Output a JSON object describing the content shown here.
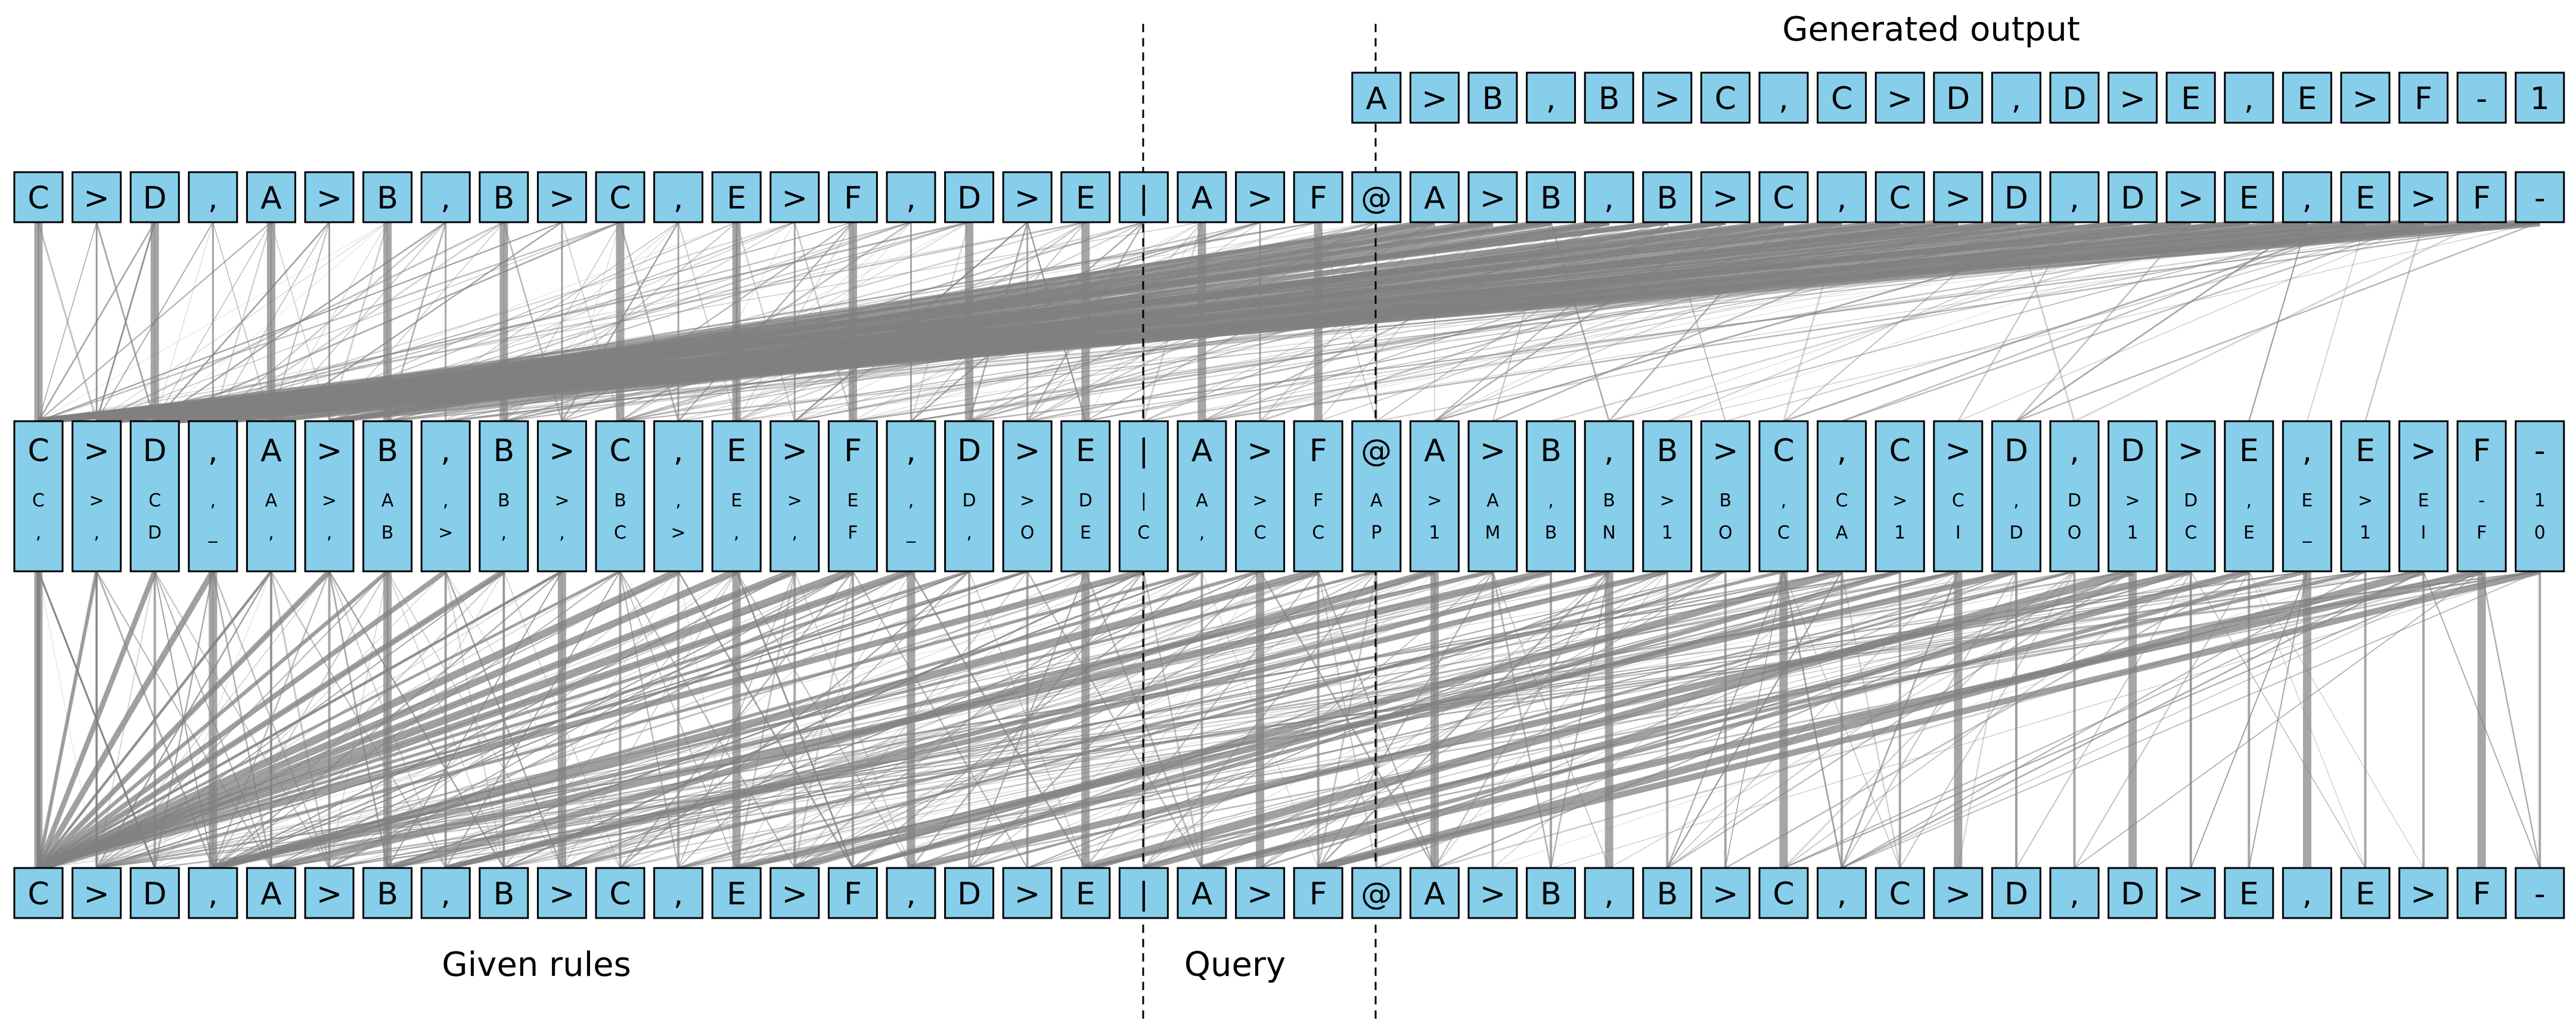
{
  "labels": {
    "generated_output": "Generated output",
    "given_rules": "Given rules",
    "query": "Query"
  },
  "colors": {
    "token_fill": "#87ceeb",
    "token_stroke": "#000000",
    "line": "#808080"
  },
  "rows": {
    "generated": [
      "A",
      ">",
      "B",
      ",",
      "B",
      ">",
      "C",
      ",",
      "C",
      ">",
      "D",
      ",",
      "D",
      ">",
      "E",
      ",",
      "E",
      ">",
      "F",
      "-",
      "1"
    ],
    "top": [
      "C",
      ">",
      "D",
      ",",
      "A",
      ">",
      "B",
      ",",
      "B",
      ">",
      "C",
      ",",
      "E",
      ">",
      "F",
      ",",
      "D",
      ">",
      "E",
      "|",
      "A",
      ">",
      "F",
      "@",
      "A",
      ">",
      "B",
      ",",
      "B",
      ">",
      "C",
      ",",
      "C",
      ">",
      "D",
      ",",
      "D",
      ">",
      "E",
      ",",
      "E",
      ">",
      "F",
      "-"
    ],
    "middle": [
      [
        "C",
        "C",
        ","
      ],
      [
        ">",
        ">",
        ","
      ],
      [
        "D",
        "C",
        "D"
      ],
      [
        ",",
        ",",
        "_"
      ],
      [
        "A",
        "A",
        ","
      ],
      [
        ">",
        ">",
        ","
      ],
      [
        "B",
        "A",
        "B"
      ],
      [
        ",",
        ",",
        ">"
      ],
      [
        "B",
        "B",
        ","
      ],
      [
        ">",
        ">",
        ","
      ],
      [
        "C",
        "B",
        "C"
      ],
      [
        ",",
        ",",
        ">"
      ],
      [
        "E",
        "E",
        ","
      ],
      [
        ">",
        ">",
        ","
      ],
      [
        "F",
        "E",
        "F"
      ],
      [
        ",",
        ",",
        "_"
      ],
      [
        "D",
        "D",
        ","
      ],
      [
        ">",
        ">",
        "O"
      ],
      [
        "E",
        "D",
        "E"
      ],
      [
        "|",
        "|",
        "C"
      ],
      [
        "A",
        "A",
        ","
      ],
      [
        ">",
        ">",
        "C"
      ],
      [
        "F",
        "F",
        "C"
      ],
      [
        "@",
        "A",
        "P"
      ],
      [
        "A",
        ">",
        "1"
      ],
      [
        ">",
        "A",
        "M"
      ],
      [
        "B",
        ",",
        "B"
      ],
      [
        ",",
        "B",
        "N"
      ],
      [
        "B",
        ">",
        "1"
      ],
      [
        ">",
        "B",
        "O"
      ],
      [
        "C",
        ",",
        "C"
      ],
      [
        ",",
        "C",
        "A"
      ],
      [
        "C",
        ">",
        "1"
      ],
      [
        ">",
        "C",
        "I"
      ],
      [
        "D",
        ",",
        "D"
      ],
      [
        ",",
        "D",
        "O"
      ],
      [
        "D",
        ">",
        "1"
      ],
      [
        ">",
        "D",
        "C"
      ],
      [
        "E",
        ",",
        "E"
      ],
      [
        ",",
        "E",
        "_"
      ],
      [
        "E",
        ">",
        "1"
      ],
      [
        ">",
        "E",
        "I"
      ],
      [
        "F",
        "-",
        "F"
      ],
      [
        "-",
        "1",
        "0"
      ]
    ],
    "bottom": [
      "C",
      ">",
      "D",
      ",",
      "A",
      ">",
      "B",
      ",",
      "B",
      ">",
      "C",
      ",",
      "E",
      ">",
      "F",
      ",",
      "D",
      ">",
      "E",
      "|",
      "A",
      ">",
      "F",
      "@",
      "A",
      ">",
      "B",
      ",",
      "B",
      ">",
      "C",
      ",",
      "C",
      ">",
      "D",
      ",",
      "D",
      ">",
      "E",
      ",",
      "E",
      ">",
      "F",
      "-"
    ]
  }
}
